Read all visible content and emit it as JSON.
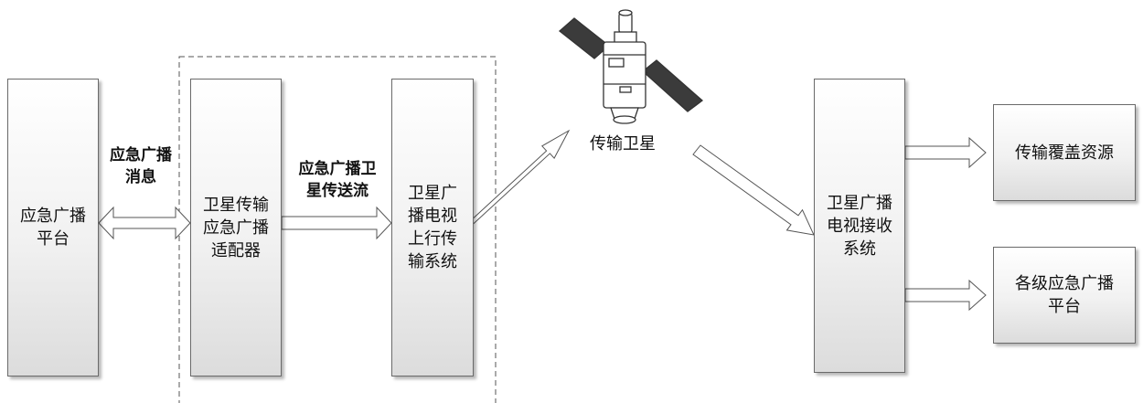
{
  "nodes": {
    "emergency_platform": "应急广播\n平台",
    "satellite_adapter": "卫星传输\n应急广播\n适配器",
    "uplink_system": "卫星广\n播电视\n上行传\n输系统",
    "receive_system": "卫星广播\n电视接收\n系统",
    "coverage_resources": "传输覆盖资源",
    "levels_platform": "各级应急广播\n平台"
  },
  "edges": {
    "message": "应急广播\n消息",
    "stream": "应急广播卫\n星传送流"
  },
  "satellite": {
    "label": "传输卫星",
    "icon": "satellite-icon"
  }
}
